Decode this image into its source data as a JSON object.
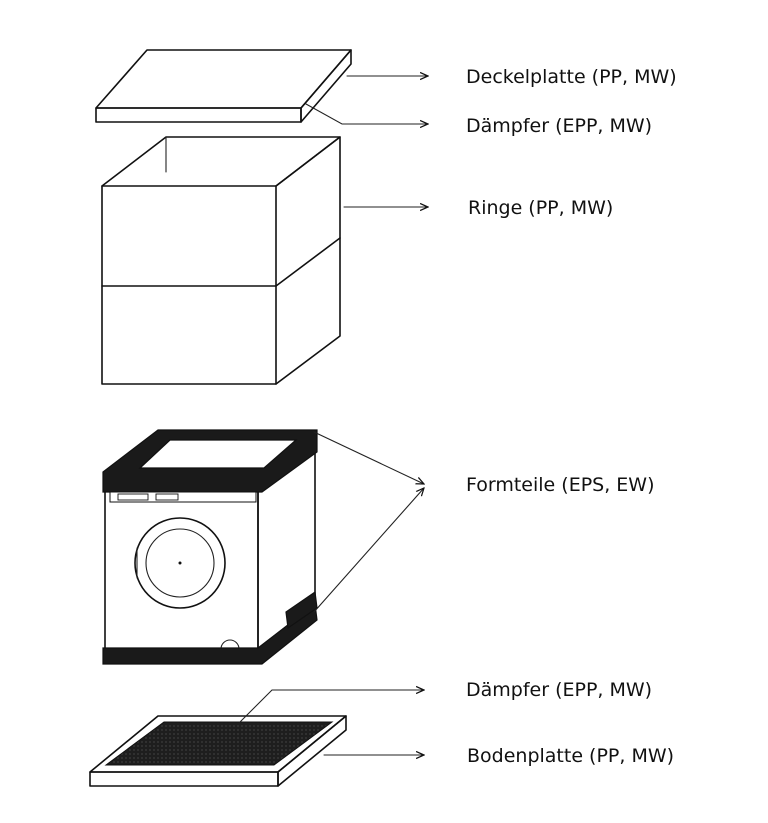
{
  "labels": {
    "deckelplatte": "Deckelplatte (PP, MW)",
    "daempfer_top": "Dämpfer (EPP, MW)",
    "ringe": "Ringe (PP, MW)",
    "formteile": "Formteile (EPS, EW)",
    "daempfer_bottom": "Dämpfer (EPP, MW)",
    "bodenplatte": "Bodenplatte (PP, MW)"
  },
  "icons": {
    "lid": "lid-plate-icon",
    "rings": "ring-box-icon",
    "washer": "washing-machine-icon",
    "base": "base-plate-icon"
  }
}
